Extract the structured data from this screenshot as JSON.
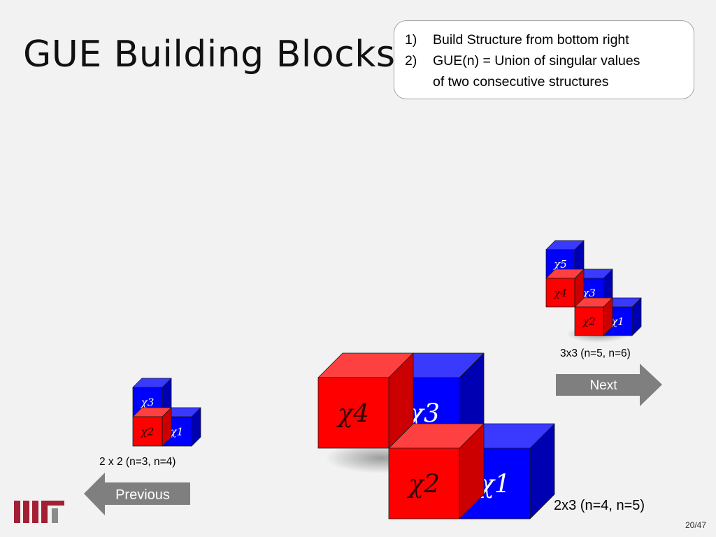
{
  "slide": {
    "title": "GUE Building Blocks",
    "page_number": "20/47"
  },
  "notes": [
    {
      "num": "1)",
      "text": "Build Structure from bottom right"
    },
    {
      "num": "2)",
      "text": "GUE(n) = Union of  singular values"
    },
    {
      "num": "",
      "text": "of two consecutive structures"
    }
  ],
  "structures": {
    "small": {
      "caption": "2 x 2  (n=3, n=4)",
      "blocks": [
        {
          "label": "χ3",
          "color": "blue"
        },
        {
          "label": "χ2",
          "color": "red"
        },
        {
          "label": "χ1",
          "color": "blue"
        }
      ]
    },
    "large": {
      "caption": "2x3  (n=4, n=5)",
      "blocks": [
        {
          "label": "χ4",
          "color": "red"
        },
        {
          "label": "χ3",
          "color": "blue"
        },
        {
          "label": "χ2",
          "color": "red"
        },
        {
          "label": "χ1",
          "color": "blue"
        }
      ]
    },
    "right": {
      "caption": "3x3  (n=5, n=6)",
      "blocks": [
        {
          "label": "χ5",
          "color": "blue"
        },
        {
          "label": "χ4",
          "color": "red"
        },
        {
          "label": "χ3",
          "color": "blue"
        },
        {
          "label": "χ2",
          "color": "red"
        },
        {
          "label": "χ1",
          "color": "blue"
        }
      ]
    }
  },
  "navigation": {
    "previous_label": "Previous",
    "next_label": "Next"
  },
  "logo_text": "MIT",
  "colors": {
    "red_front": "#ff0000",
    "red_top": "#ff4040",
    "red_side": "#cc0000",
    "blue_front": "#0000ff",
    "blue_top": "#3a3aff",
    "blue_side": "#0000b3",
    "arrow": "#7f7f7f",
    "logo": "#a31f34"
  }
}
